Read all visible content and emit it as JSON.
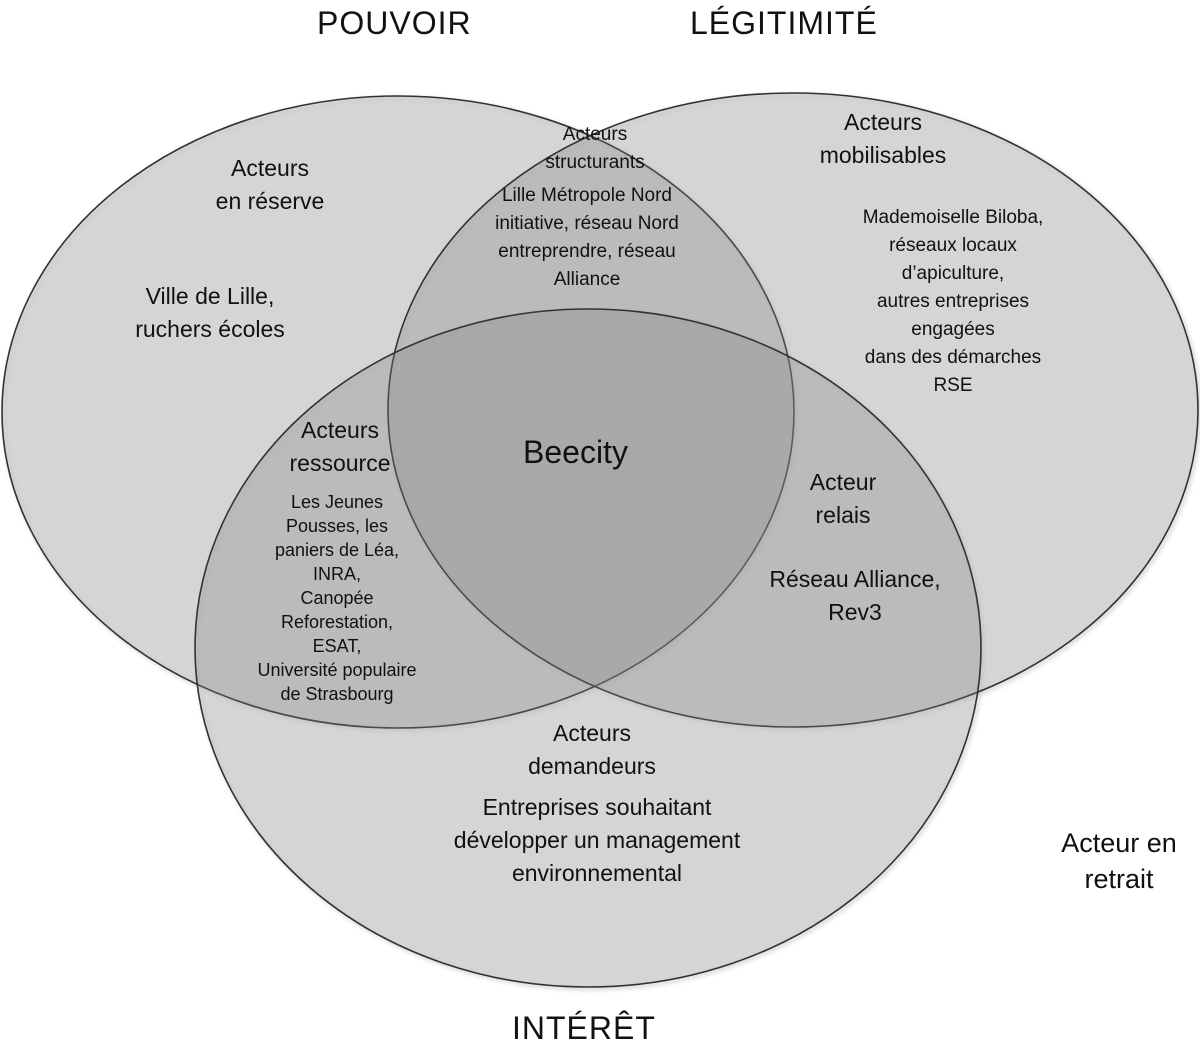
{
  "circles": {
    "pouvoir": "POUVOIR",
    "legitimite": "LÉGITIMITÉ",
    "interet": "INTÉRÊT"
  },
  "center": "Beecity",
  "regions": {
    "reserve": {
      "title": [
        "Acteurs",
        "en réserve"
      ],
      "members": [
        "Ville de Lille,",
        "ruchers écoles"
      ]
    },
    "structurants": {
      "title": [
        "Acteurs",
        "structurants"
      ],
      "members": [
        "Lille Métropole Nord",
        "initiative, réseau Nord",
        "entreprendre, réseau",
        "Alliance"
      ]
    },
    "mobilisables": {
      "title": [
        "Acteurs",
        "mobilisables"
      ],
      "members": [
        "Mademoiselle Biloba,",
        "réseaux locaux",
        "d’apiculture,",
        "autres entreprises",
        "engagées",
        "dans des démarches",
        "RSE"
      ]
    },
    "ressource": {
      "title": [
        "Acteurs",
        "ressource"
      ],
      "members": [
        "Les Jeunes",
        "Pousses, les",
        "paniers de Léa,",
        "INRA,",
        "Canopée",
        "Reforestation,",
        "ESAT,",
        "Université populaire",
        "de Strasbourg"
      ]
    },
    "relais": {
      "title": [
        "Acteur",
        "relais"
      ],
      "members": [
        "Réseau Alliance,",
        "Rev3"
      ]
    },
    "demandeurs": {
      "title": [
        "Acteurs",
        "demandeurs"
      ],
      "members": [
        "Entreprises souhaitant",
        "développer un management",
        "environnemental"
      ]
    },
    "retrait": {
      "title": [
        "Acteur en",
        "retrait"
      ]
    }
  }
}
